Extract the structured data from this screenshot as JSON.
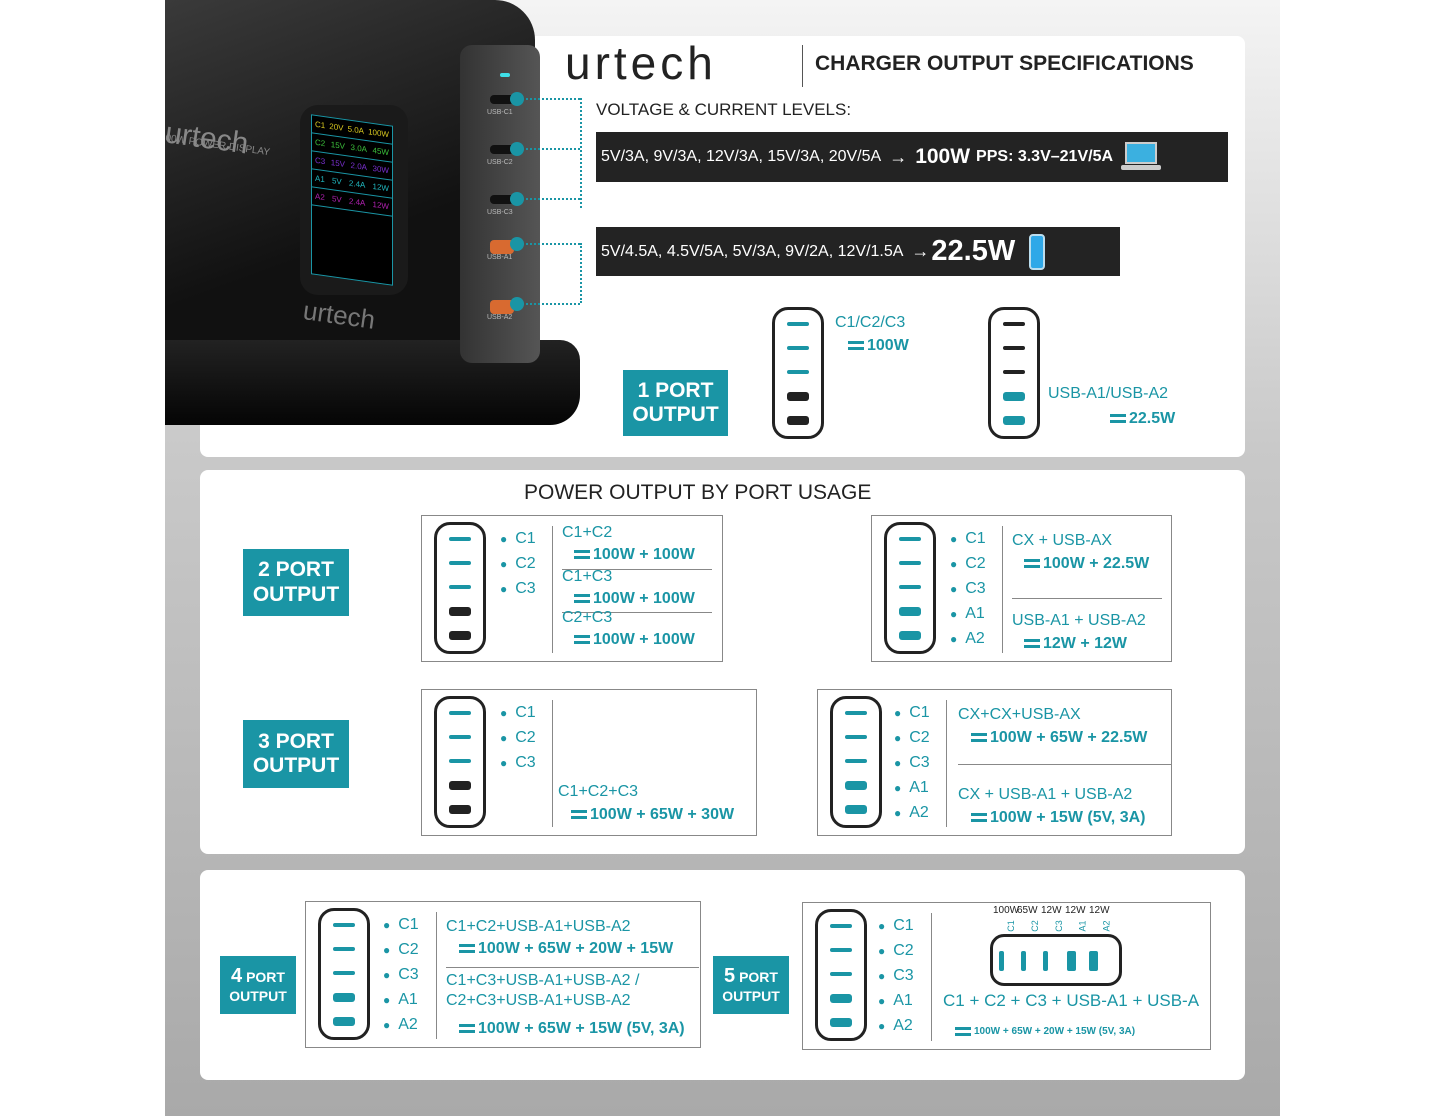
{
  "header": {
    "logo": "urtech",
    "title": "CHARGER OUTPUT SPECIFICATIONS",
    "voltage_heading": "VOLTAGE & CURRENT LEVELS:"
  },
  "usb_c_levels": {
    "levels": "5V/3A, 9V/3A, 12V/3A, 15V/3A, 20V/5A",
    "arrow": "→",
    "power": "100W",
    "pps": "PPS: 3.3V–21V/5A",
    "icon": "laptop-icon"
  },
  "usb_a_levels": {
    "levels": "5V/4.5A, 4.5V/5A, 5V/3A, 9V/2A, 12V/1.5A",
    "arrow": "→",
    "power": "22.5W",
    "icon": "phone-icon"
  },
  "product": {
    "brand": "urtech",
    "display_label": "00W POWER DISPLAY",
    "ports": [
      "USB-C1",
      "USB-C2",
      "USB-C3",
      "USB-A1",
      "USB-A2"
    ],
    "screen_rows": [
      [
        "C1",
        "20V",
        "5.0A",
        "100W"
      ],
      [
        "C2",
        "15V",
        "3.0A",
        "45W"
      ],
      [
        "C3",
        "15V",
        "2.0A",
        "30W"
      ],
      [
        "A1",
        "5V",
        "2.4A",
        "12W"
      ],
      [
        "A2",
        "5V",
        "2.4A",
        "12W"
      ]
    ],
    "screen_colors": [
      "#d8c820",
      "#3cc03c",
      "#7a30d0",
      "#20b8c0",
      "#b020b0"
    ]
  },
  "one_port": {
    "label_line1": "1 PORT",
    "label_line2": "OUTPUT",
    "c_ports": "C1/C2/C3",
    "c_power": "100W",
    "a_ports": "USB-A1/USB-A2",
    "a_power": "22.5W"
  },
  "section_title": "POWER OUTPUT BY PORT USAGE",
  "labels": {
    "two": [
      "2 PORT",
      "OUTPUT"
    ],
    "three": [
      "3 PORT",
      "OUTPUT"
    ],
    "four": [
      "4",
      "PORT",
      "OUTPUT"
    ],
    "five": [
      "5",
      "PORT",
      "OUTPUT"
    ]
  },
  "colors": {
    "accent": "#1a95a5",
    "dark": "#232323"
  },
  "cards": [
    {
      "ports": [
        "C1",
        "C2",
        "C3"
      ],
      "lines": [
        "C1+C2",
        "100W + 100W",
        "C1+C3",
        "100W + 100W",
        "C2+C3",
        "100W + 100W"
      ]
    },
    {
      "ports": [
        "C1",
        "C2",
        "C3",
        "A1",
        "A2"
      ],
      "lines": [
        "CX + USB-AX",
        "100W + 22.5W",
        "USB-A1 + USB-A2",
        "12W + 12W"
      ]
    },
    {
      "ports": [
        "C1",
        "C2",
        "C3"
      ],
      "lines": [
        "C1+C2+C3",
        "100W + 65W + 30W"
      ]
    },
    {
      "ports": [
        "C1",
        "C2",
        "C3",
        "A1",
        "A2"
      ],
      "lines": [
        "CX+CX+USB-AX",
        "100W + 65W + 22.5W",
        "CX + USB-A1 + USB-A2",
        "100W + 15W (5V, 3A)"
      ]
    },
    {
      "ports": [
        "C1",
        "C2",
        "C3",
        "A1",
        "A2"
      ],
      "lines": [
        "C1+C2+USB-A1+USB-A2",
        "100W + 65W + 20W + 15W",
        "C1+C3+USB-A1+USB-A2 /",
        "C2+C3+USB-A1+USB-A2",
        "100W + 65W + 15W (5V, 3A)"
      ]
    },
    {
      "ports": [
        "C1",
        "C2",
        "C3",
        "A1",
        "A2"
      ],
      "lines": [
        "C1 + C2 + C3 + USB-A1 + USB-A",
        "100W + 65W + 20W + 15W (5V, 3A)"
      ],
      "diagram_watts": [
        "100W",
        "65W",
        "12W",
        "12W",
        "12W"
      ],
      "diagram_ports": [
        "C1",
        "C2",
        "C3",
        "A1",
        "A2"
      ]
    }
  ]
}
